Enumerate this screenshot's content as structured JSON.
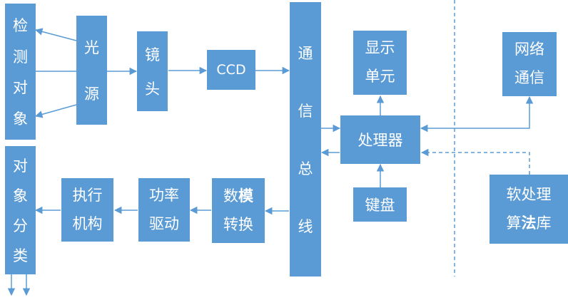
{
  "blocks": {
    "detect_object": [
      "检",
      "测",
      "对",
      "象"
    ],
    "light_source": [
      "光",
      "源"
    ],
    "lens": [
      "镜",
      "头"
    ],
    "ccd": "CCD",
    "bus": [
      "通",
      "信",
      "总",
      "线"
    ],
    "display_unit": [
      "显示",
      "单元"
    ],
    "processor": "处理器",
    "keyboard": "键盘",
    "network": [
      "网络",
      "通信"
    ],
    "software_lib": {
      "line1": "软处理",
      "line2a": "算",
      "line2b": "法",
      "line2c": "库"
    },
    "classify_object": [
      "对",
      "象",
      "分",
      "类"
    ],
    "actuator": [
      "执行",
      "机构"
    ],
    "power_drive": [
      "功率",
      "驱动"
    ],
    "da_convert": {
      "line1a": "数",
      "line1b": "模",
      "line2": "转换"
    }
  },
  "colors": {
    "box_fill": "#5b9bd5",
    "box_text": "#ffffff",
    "line": "#5b9bd5",
    "background": "#ffffff"
  }
}
